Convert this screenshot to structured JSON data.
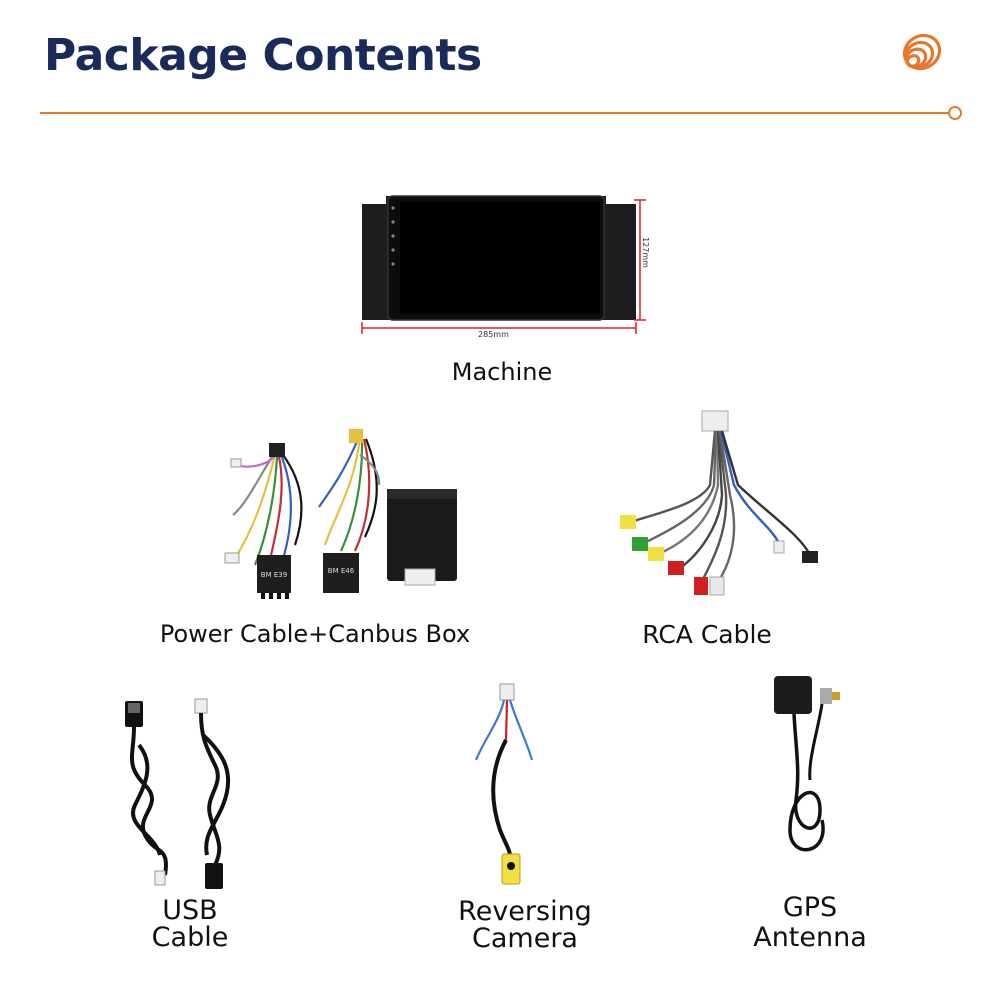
{
  "header": {
    "title": "Package Contents"
  },
  "items": {
    "machine": {
      "label": "Machine",
      "width_dim": "285mm",
      "height_dim": "127mm"
    },
    "power_cable": {
      "label": "Power Cable+Canbus Box",
      "plug1_text": "BM E39",
      "plug2_text": "BM E46"
    },
    "rca_cable": {
      "label": "RCA Cable"
    },
    "usb_cable": {
      "label_line1": "USB",
      "label_line2": "Cable"
    },
    "reversing_camera": {
      "label_line1": "Reversing",
      "label_line2": "Camera"
    },
    "gps_antenna": {
      "label_line1": "GPS",
      "label_line2": "Antenna"
    }
  },
  "colors": {
    "title": "#1c2a5a",
    "accent": "#e8772e",
    "dimension": "#e02020"
  }
}
